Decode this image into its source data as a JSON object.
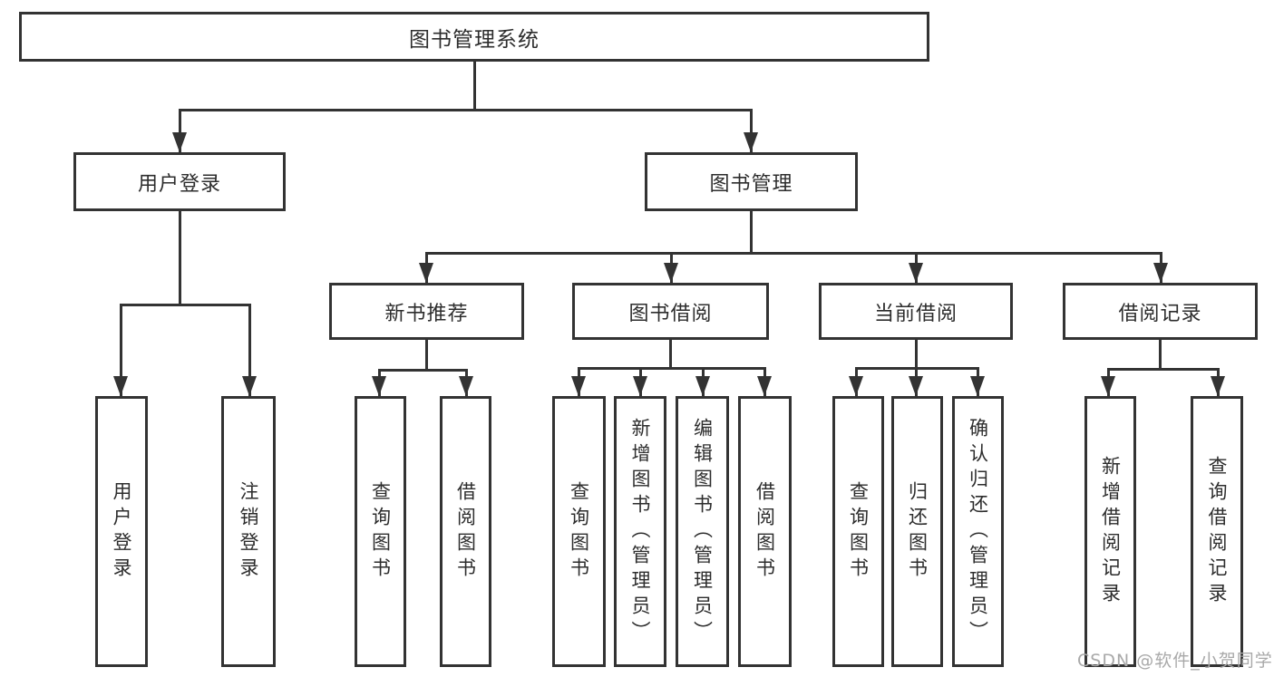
{
  "diagram": {
    "type": "tree",
    "title": "图书管理系统",
    "branches": [
      {
        "label": "用户登录",
        "children": [
          {
            "label": "用户登录"
          },
          {
            "label": "注销登录"
          }
        ]
      },
      {
        "label": "图书管理",
        "children": [
          {
            "label": "新书推荐",
            "children": [
              {
                "label": "查询图书"
              },
              {
                "label": "借阅图书"
              }
            ]
          },
          {
            "label": "图书借阅",
            "children": [
              {
                "label": "查询图书"
              },
              {
                "label": "新增图书（管理员）"
              },
              {
                "label": "编辑图书（管理员）"
              },
              {
                "label": "借阅图书"
              }
            ]
          },
          {
            "label": "当前借阅",
            "children": [
              {
                "label": "查询图书"
              },
              {
                "label": "归还图书"
              },
              {
                "label": "确认归还（管理员）"
              }
            ]
          },
          {
            "label": "借阅记录",
            "children": [
              {
                "label": "新增借阅记录"
              },
              {
                "label": "查询借阅记录"
              }
            ]
          }
        ]
      }
    ],
    "watermark": "CSDN @软件_小贺同学",
    "colors": {
      "line": "#333333",
      "text": "#2d2d2d",
      "watermark": "#a9a9a9",
      "background": "#ffffff"
    }
  }
}
